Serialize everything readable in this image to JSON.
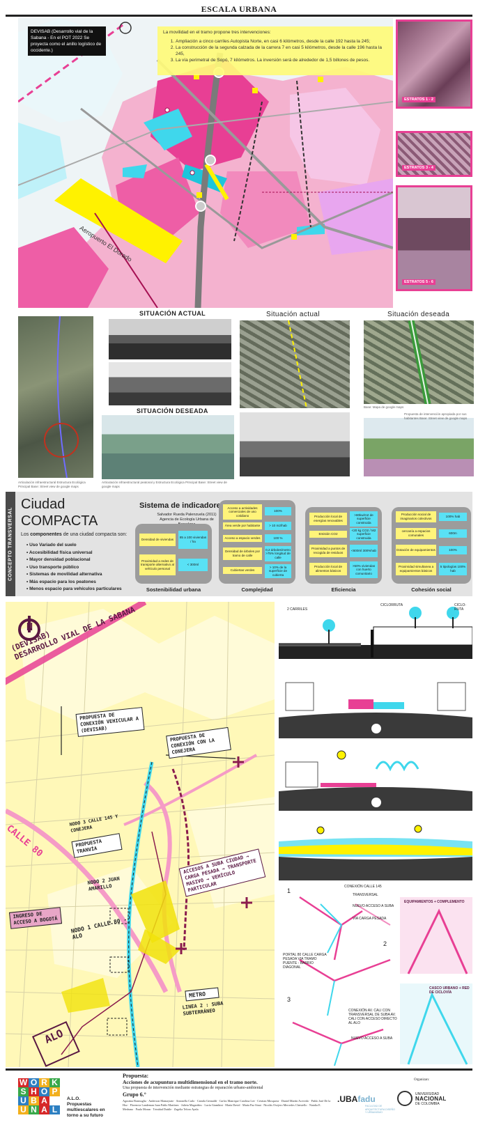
{
  "poster": {
    "title": "ESCALA URBANA"
  },
  "urban_map": {
    "devisab_note": "DEVISAB (Desarrollo vial de la Sabana - En el POT 2022 Se proyecta como el anillo logístico de occidente.)",
    "mobility": {
      "intro": "La movilidad en el tramo propone tres intervenciones:",
      "items": [
        "Ampliación a cinco carriles Autopista Norte, en casi 6 kilómetros, desde la calle 192 hasta la 245;",
        "La construcción de la segunda calzada de la carrera 7 en casi 5 kilómetros, desde la calle 196 hasta la 245,",
        "La vía perimetral de Sopó, 7 kilómetros. La inversión será de alrededor de 1,5 billones de pesos."
      ]
    },
    "airport_label": "Aeropuerto El Dorado",
    "strata": [
      "ESTRATOS 1 - 2",
      "ESTRATOS 3 - 4",
      "ESTRATOS 5 - 6"
    ]
  },
  "situations": {
    "current_title_caps": "SITUACIÓN ACTUAL",
    "desired_title_caps": "SITUACIÓN DESEADA",
    "current_title": "Situación actual",
    "desired_title": "Situación deseada",
    "caption_axis": "Articulación infraestructural  Estructura Ecológica Principal Base: Street view de google maps",
    "caption_desired": "Articulación infraestructural peatonal y Estructura Ecológica Principal Base: Street view de google maps",
    "caption_current_right": "Base: Mapa de google maps",
    "caption_desired_right": "Propuesta de intervención apropiada por sus habitantes Base: Street view de google maps"
  },
  "concept": {
    "tab": "CONCEPTO TRANSVERSAL",
    "city_line1": "Ciudad",
    "city_line2": "COMPACTA",
    "intro_prefix": "Los",
    "intro_bold": "componentes",
    "intro_suffix": "de una ciudad compacta son:",
    "components": [
      "Uso Variado del suelo",
      "Accesibilidad física universal",
      "Mayor densidad poblacional",
      "Uso transporte público",
      "Sistemas de movilidad alternativa",
      "Más espacio para los peatones",
      "Menos espacio para vehículos particulares"
    ],
    "indicators_title": "Sistema de indicadores",
    "indicators_source": "Salvador Rueda Palenzuela (2011) Agencia de Ecología Urbana de Barcelona",
    "sustainability": {
      "label": "Sostenibilidad urbana",
      "rows": [
        {
          "k": "Densidad de viviendas",
          "v": "85 a 100 viviendas / ha"
        },
        {
          "k": "Proximidad a redes de transporte alternativo al vehículo personal",
          "v": "< 300ml"
        }
      ]
    },
    "complexity": {
      "label": "Complejidad",
      "rows": [
        {
          "k": "Acceso a actividades comerciales de uso cotidiano",
          "v": "100%"
        },
        {
          "k": "Área verde por habitante",
          "v": "> 10 m2/hab"
        },
        {
          "k": "Acceso a espacio verdes",
          "v": "100 %"
        },
        {
          "k": "Densidad de árboles por tramo de calle",
          "v": "0,2 árboles/metro >75% longitud de calle"
        },
        {
          "k": "Cubiertas verdes",
          "v": "> 10% de la superficie de cubierta"
        }
      ]
    },
    "efficiency": {
      "label": "Eficiencia",
      "rows": [
        {
          "k": "Producción local de energías renovables",
          "v": ">80kw/m2 de superficie construida"
        },
        {
          "k": "Emisión CO2",
          "v": "<20 kg CO2 / M2 superficie construida"
        },
        {
          "k": "Proximidad a puntos de recogida de residuos",
          "v": "<600ml 300%hab"
        },
        {
          "k": "Producción local de alimentos básicos",
          "v": ">50% viviendas con huerto comunitario"
        }
      ]
    },
    "cohesion": {
      "label": "Cohesión social",
      "rows": [
        {
          "k": "Producción social de imaginarios colectivos",
          "v": "100% hab"
        },
        {
          "k": "cercanía a espacios comunales",
          "v": "600m"
        },
        {
          "k": "Dotación de equipamientos",
          "v": "100%"
        },
        {
          "k": "Proximidad simultanea a equipamientos básicos",
          "v": "5 tipologías 100% hab"
        }
      ]
    }
  },
  "sketch": {
    "devisab_line1": "(DEVISAB)",
    "devisab_line2": "DESARROLLO VIAL DE LA SABANA",
    "box_devisab": "PROPUESTA DE CONEXIÓN VEHICULAR A (DEVISAB)",
    "box_conejera": "PROPUESTA DE CONEXIÓN CON LA CONEJERA",
    "calle80": "CALLE 80",
    "nodo3": "NODO 3 CALLE 145 Y CONEJERA",
    "box_tranvia": "PROPUESTA TRANVÍA",
    "nodo2": "NODO 2 JUAN AMARILLO",
    "box_suba": "ACCESOS A SUBA CIUDAD → CARGA PESADA → TRANSPORTE MASIVO → VEHÍCULO PARTICULAR",
    "box_bogota": "INGRESO DE ACCESO A BOGOTÁ",
    "nodo1": "NODO 1 CALLE 80 - ALO",
    "metro_box": "METRO",
    "metro_line": "LINEA 2 : SUBA SUBTERRÁNEO",
    "alo": "ALO",
    "north": "N"
  },
  "sections": {
    "labels": [
      "2 CARRILES",
      "CICLORRUTA",
      "CICLO- RUTA"
    ]
  },
  "diagrams": {
    "note1": "CONEXIÓN CALLE 145",
    "note1b": "TRANSVERSAL",
    "note2": "NUEVO ACCESO A SUBA",
    "note3": "VÍA CARGA PESADA",
    "note4": "PORTAL 80 CALLE CARGA PESADA VIA TRAMO PUENTE - BARRIO DIAGONAL",
    "note5": "CONEXIÓN AV. CALI CON TRANSVERSAL DE SUBA AV. CALI CON ACCESO DIRECTO AL ALO",
    "note6": "NUEVO ACCESO A SUBA",
    "nums": [
      "1",
      "2",
      "3"
    ],
    "vignette1": "EQUIPAMIENTOS + COMPLEMENTO",
    "vignette2": "CASCO URBANO + RED DE CICLOVÍA"
  },
  "footer": {
    "logo_rows": [
      [
        "W",
        "O",
        "R",
        "K"
      ],
      [
        "S",
        "H",
        "O",
        "P"
      ],
      [
        "U",
        "B",
        "A",
        ""
      ],
      [
        "U",
        "N",
        "A",
        "L"
      ]
    ],
    "alo_title": "A.L.O.",
    "alo_lines": [
      "Propuestas",
      "multiescalares en",
      "torno a su futuro"
    ],
    "proposal_label": "Propuesta:",
    "proposal_title": "Acciones de acupuntura multidimensional en el tramo norte.",
    "proposal_subtitle": "Una propuesta de intervención mediante estrategias de reparación urbano-ambiental",
    "group": "Grupo 6.°",
    "members": "Agustina Bramuglia · Anderson Mamaytate · Antonella Carlo · Camila Grimaldi · Carlos Manrique Carolina Lee · Cristian Mosquera · Daniel Martín Acevedo · Pablo José De la Hoz · Florencia Landeman Juan Pablo Martínez · Julieta Magariños · Lucía Giambini · María David · María Paz Sinai · Nicolás Ovejero Mercedes Christello · Natalia E. Medrano · Paula Moran · Trinidad Dattile · Zagelia Teloro Ayala",
    "organizers": "Organizan:",
    "uba_prefix": ".UBA",
    "uba_suffix": "fadu",
    "uba_sub": "FACULTAD DE ARQUITECTURA DISEÑO Y URBANISMO",
    "unal_small": "UNIVERSIDAD",
    "unal_big": "NACIONAL",
    "unal_sub": "DE COLOMBIA"
  },
  "colors": {
    "magenta": "#e83f94",
    "cyan": "#3fd7ec",
    "yellow": "#fff36a",
    "plum": "#5a1842"
  }
}
